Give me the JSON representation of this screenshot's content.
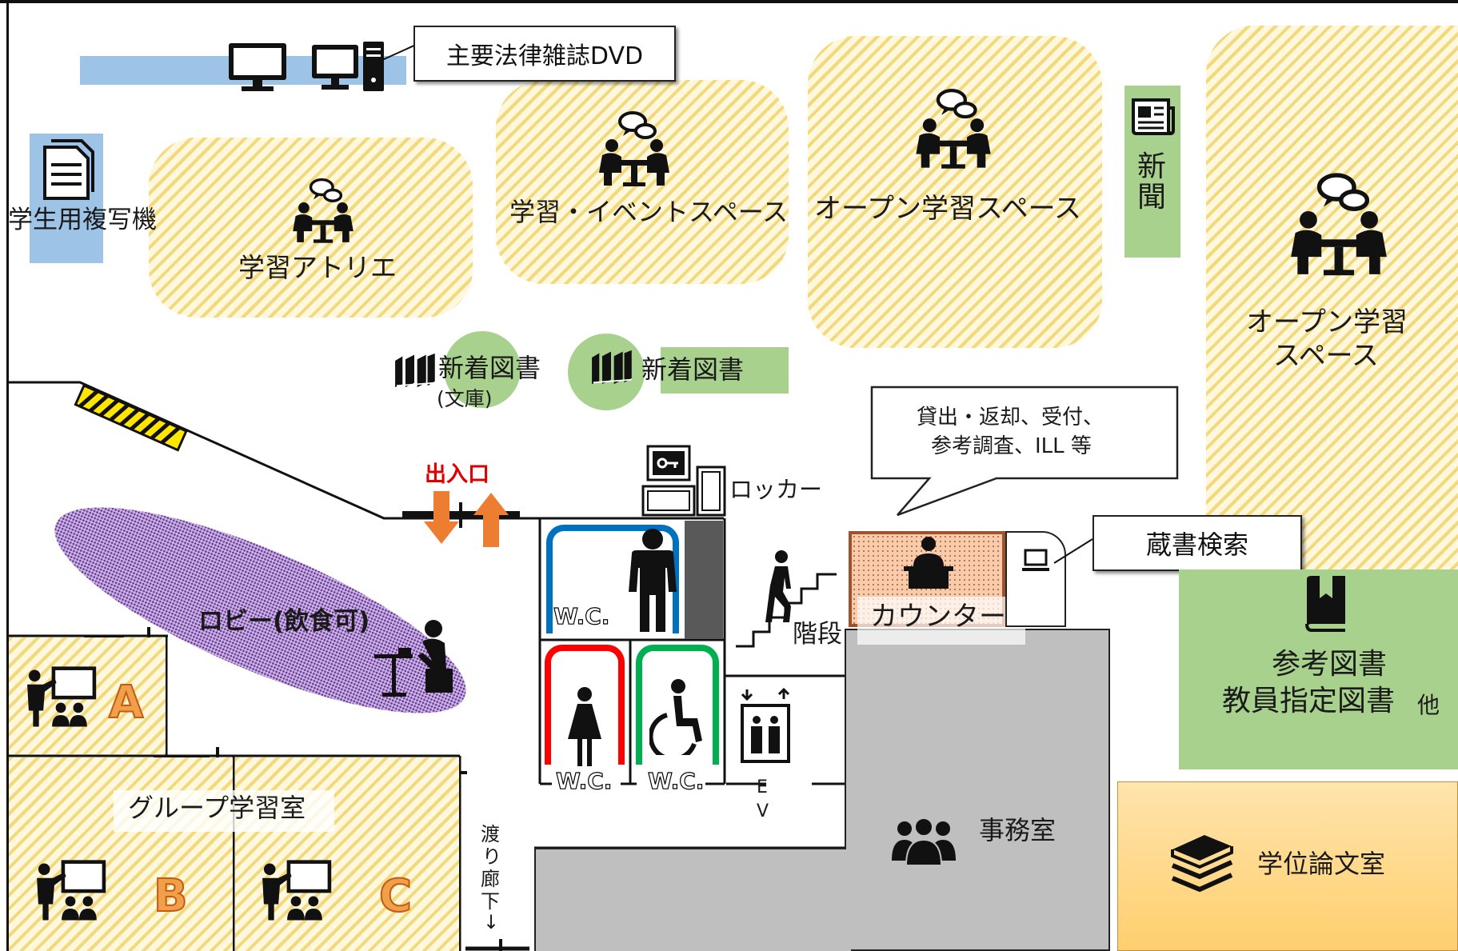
{
  "labels": {
    "dvd": "主要法律雑誌DVD",
    "copier": "学生用複写機",
    "atelier": "学習アトリエ",
    "event_space": "学習・イベントスペース",
    "open_space_1": "オープン学習スペース",
    "newspaper": "新聞",
    "open_space_2_line1": "オープン学習",
    "open_space_2_line2": "スペース",
    "new_books_bunko": "新着図書",
    "bunko": "(文庫)",
    "new_books": "新着図書",
    "entrance": "出入口",
    "locker": "ロッカー",
    "counter_services_line1": "貸出・返却、受付、",
    "counter_services_line2": "参考調査、ILL 等",
    "catalog_search": "蔵書検索",
    "lobby": "ロビー(飲食可)",
    "wc_male": "W.C.",
    "wc_female": "W.C.",
    "wc_accessible": "W.C.",
    "stairs": "階段",
    "counter": "カウンター",
    "reference_line1": "参考図書",
    "reference_line2": "教員指定図書",
    "reference_other": "他",
    "room_a": "A",
    "group_study": "グループ学習室",
    "room_b": "B",
    "room_c": "C",
    "corridor_1": "渡",
    "corridor_2": "り",
    "corridor_3": "廊",
    "corridor_4": "下",
    "corridor_5": "↓",
    "ev_1": "E",
    "ev_2": "V",
    "office": "事務室",
    "thesis_room": "学位論文室"
  },
  "colors": {
    "zone_hatch": "#f0ce5c",
    "green": "#a9d18e",
    "blue": "#9dc3e6",
    "office_gray": "#bfbfbf",
    "thesis_orange": "#ffd98a",
    "counter_orange": "#f8cbad",
    "lobby_purple": "#8e5fb4",
    "entrance_red": "#e00000",
    "arrow_orange": "#ed7d31",
    "wc_blue": "#0070c0",
    "wc_red": "#ff0000",
    "wc_green": "#00b050"
  },
  "icons": {
    "computer": "computer-icon",
    "copier": "document-icon",
    "meeting": "meeting-table-icon",
    "newspaper": "newspaper-icon",
    "books": "books-icon",
    "locker": "locker-key-icon",
    "stairs": "stairs-person-icon",
    "elevator": "elevator-icon",
    "group": "people-group-icon",
    "teacher": "teacher-board-icon",
    "reference": "bookmark-book-icon",
    "thesis": "book-stack-icon"
  }
}
